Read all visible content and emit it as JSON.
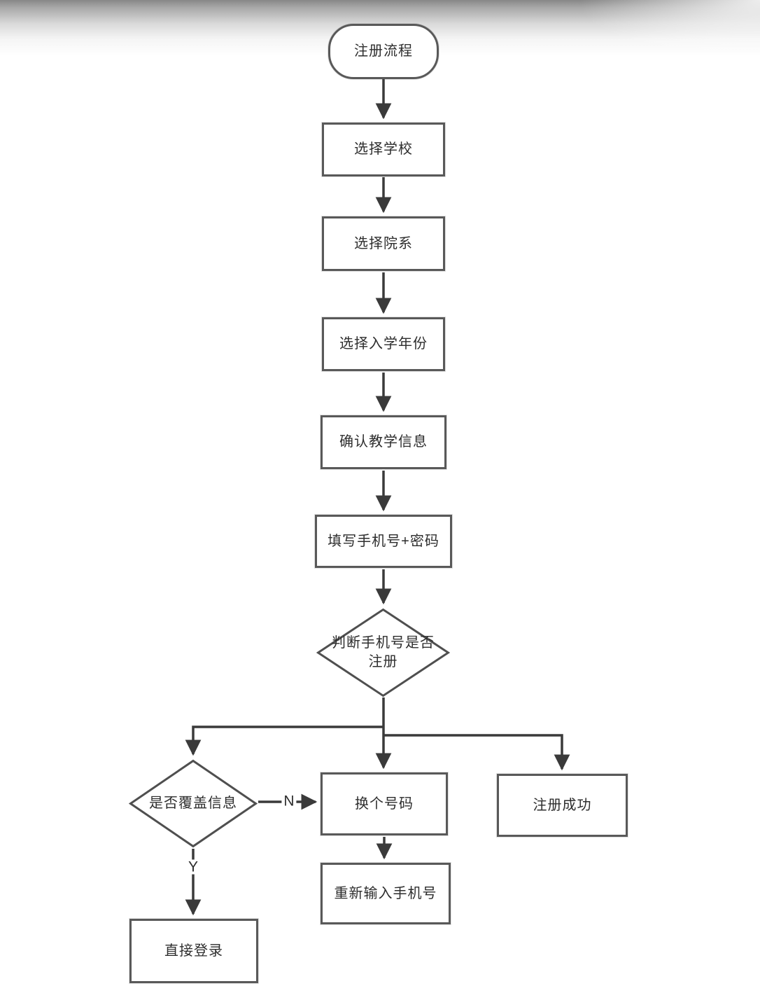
{
  "diagram": {
    "title": "注册流程",
    "nodes": {
      "start": {
        "type": "terminator",
        "label": "注册流程"
      },
      "select_school": {
        "type": "process",
        "label": "选择学校"
      },
      "select_department": {
        "type": "process",
        "label": "选择院系"
      },
      "select_enroll_year": {
        "type": "process",
        "label": "选择入学年份"
      },
      "confirm_teaching_info": {
        "type": "process",
        "label": "确认教学信息"
      },
      "fill_phone_password": {
        "type": "process",
        "label": "填写手机号+密码"
      },
      "check_phone_registered": {
        "type": "decision",
        "label": "判断手机号是否注册",
        "line1": "判断手机号是否",
        "line2": "注册"
      },
      "overwrite_info": {
        "type": "decision",
        "label": "是否覆盖信息"
      },
      "change_number": {
        "type": "process",
        "label": "换个号码"
      },
      "register_success": {
        "type": "process",
        "label": "注册成功"
      },
      "reenter_phone": {
        "type": "process",
        "label": "重新输入手机号"
      },
      "direct_login": {
        "type": "process",
        "label": "直接登录"
      }
    },
    "edge_labels": {
      "no": "N",
      "yes": "Y"
    },
    "edges": [
      {
        "from": "start",
        "to": "select_school"
      },
      {
        "from": "select_school",
        "to": "select_department"
      },
      {
        "from": "select_department",
        "to": "select_enroll_year"
      },
      {
        "from": "select_enroll_year",
        "to": "confirm_teaching_info"
      },
      {
        "from": "confirm_teaching_info",
        "to": "fill_phone_password"
      },
      {
        "from": "fill_phone_password",
        "to": "check_phone_registered"
      },
      {
        "from": "check_phone_registered",
        "to": "overwrite_info"
      },
      {
        "from": "check_phone_registered",
        "to": "change_number"
      },
      {
        "from": "check_phone_registered",
        "to": "register_success"
      },
      {
        "from": "overwrite_info",
        "to": "change_number",
        "label": "N"
      },
      {
        "from": "overwrite_info",
        "to": "direct_login",
        "label": "Y"
      },
      {
        "from": "change_number",
        "to": "reenter_phone"
      }
    ],
    "colors": {
      "line": "#3a3a3a",
      "shape_border": "#595959",
      "text": "#2d2d2d",
      "background": "#ffffff",
      "top_gradient": "#878787"
    }
  }
}
